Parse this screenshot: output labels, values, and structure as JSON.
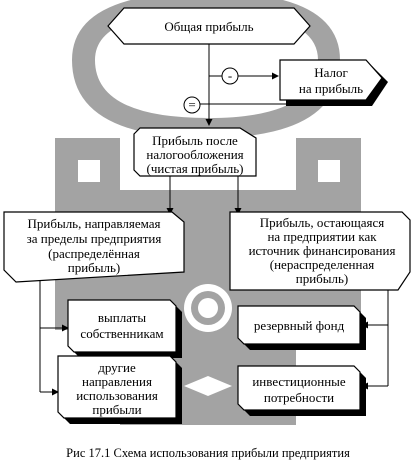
{
  "diagram": {
    "top": {
      "label": "Общая прибыль"
    },
    "tax": {
      "line1": "Налог",
      "line2": "на прибыль"
    },
    "minus_symbol": "-",
    "equals_symbol": "=",
    "net": {
      "line1": "Прибыль после",
      "line2": "налогообложения",
      "line3": "(чистая прибыль)"
    },
    "left_block": {
      "line1": "Прибыль, направляемая",
      "line2": "за пределы предприятия",
      "line3": "(распределённая",
      "line4": "прибыль)"
    },
    "right_block": {
      "line1": "Прибыль, остающаяся",
      "line2": "на предприятии как",
      "line3": "источник финансирования",
      "line4": "(нераспределенная",
      "line5": "прибыль)"
    },
    "payouts": {
      "line1": "выплаты",
      "line2": "собственникам"
    },
    "other": {
      "line1": "другие",
      "line2": "направления",
      "line3": "использования",
      "line4": "прибыли"
    },
    "reserve": {
      "label": "резервный фонд"
    },
    "invest": {
      "line1": "инвестиционные",
      "line2": "потребности"
    }
  },
  "caption": "Рис 17.1 Схема использования прибыли предприятия",
  "colors": {
    "frame_gray": "#a3a3a3",
    "line": "#000000",
    "box_fill": "#ffffff"
  }
}
